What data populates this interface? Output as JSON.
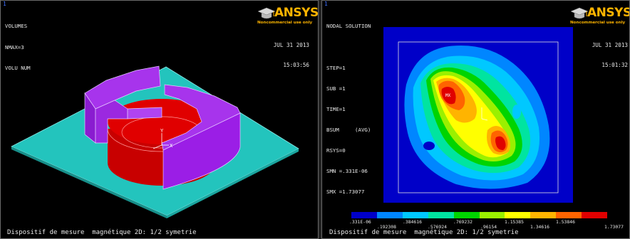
{
  "left_panel": {
    "window_number": "1",
    "info_lines": [
      "VOLUMES",
      "NMAX=3",
      "VOLU NUM"
    ],
    "date": "JUL 31 2013",
    "time": "15:03:56",
    "logo": {
      "brand": "ANSYS",
      "notice": "Noncommercial use only"
    },
    "footer": "Dispositif de mesure  magnétique 2D: 1/2 symetrie",
    "triad_labels": {
      "y": "Y",
      "x": "X"
    },
    "colors": {
      "base_plate": "#23c4bd",
      "magnet": "#d00000",
      "yoke": "#9b1ee6"
    }
  },
  "right_panel": {
    "window_number": "1",
    "info_lines": [
      "NODAL SOLUTION",
      "",
      "STEP=1",
      "SUB =1",
      "TIME=1",
      "BSUM     (AVG)",
      "RSYS=0",
      "SMN =.331E-06",
      "SMX =1.73077"
    ],
    "date": "JUL 31 2013",
    "time": "15:01:32",
    "logo": {
      "brand": "ANSYS",
      "notice": "Noncommercial use only"
    },
    "footer": "Dispositif de mesure  magnétique 2D: 1/2 symetrie",
    "mx_label": "MX",
    "legend": {
      "colors": [
        "#0000c8",
        "#0086ff",
        "#00c8ff",
        "#00e4a0",
        "#00d400",
        "#9af000",
        "#ffff00",
        "#ffb400",
        "#ff6400",
        "#e00000"
      ],
      "top_labels": [
        ".331E-06",
        ".384616",
        ".769232",
        "1.15385",
        "1.53846"
      ],
      "bottom_labels": [
        ".192308",
        ".576924",
        ".96154",
        "1.34616",
        "1.73077"
      ]
    }
  }
}
